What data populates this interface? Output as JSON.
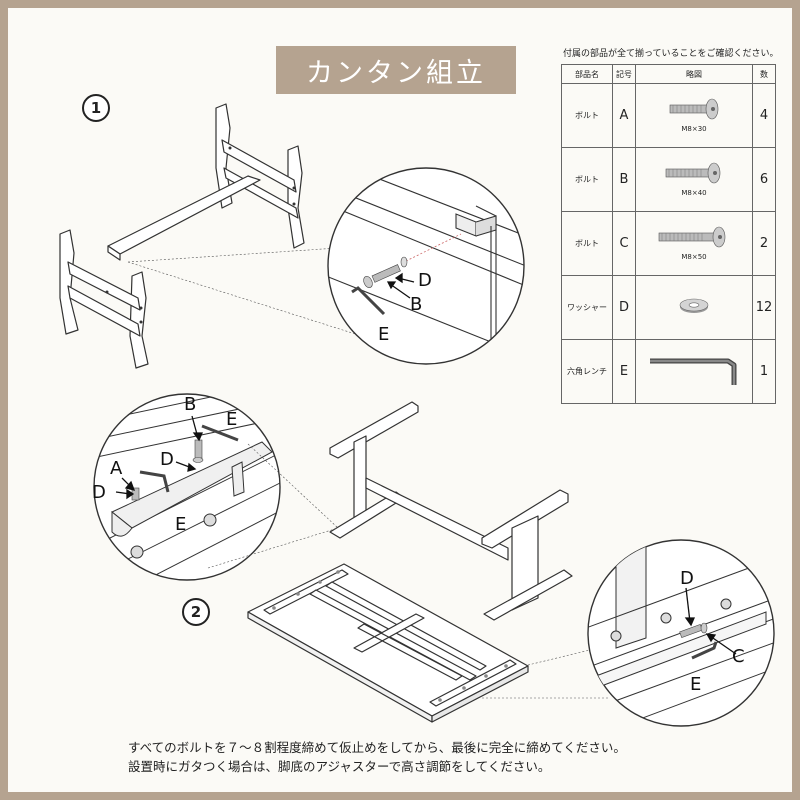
{
  "title": "カンタン組立",
  "steps": {
    "one": "1",
    "two": "2"
  },
  "parts_caption": "付属の部品が全て揃っていることをご確認ください。",
  "parts_headers": [
    "部品名",
    "記号",
    "略図",
    "数"
  ],
  "parts": [
    {
      "name": "ボルト",
      "code": "A",
      "size": "M8×30",
      "qty": "4",
      "icon": "bolt-icon"
    },
    {
      "name": "ボルト",
      "code": "B",
      "size": "M8×40",
      "qty": "6",
      "icon": "bolt-icon"
    },
    {
      "name": "ボルト",
      "code": "C",
      "size": "M8×50",
      "qty": "2",
      "icon": "bolt-icon"
    },
    {
      "name": "ワッシャー",
      "code": "D",
      "size": "",
      "qty": "12",
      "icon": "washer-icon"
    },
    {
      "name": "六角レンチ",
      "code": "E",
      "size": "",
      "qty": "1",
      "icon": "hex-wrench-icon"
    }
  ],
  "callouts": {
    "zoom1": [
      "D",
      "B",
      "E"
    ],
    "zoom2": [
      "B",
      "E",
      "A",
      "D",
      "D",
      "E"
    ],
    "zoom3": [
      "D",
      "C",
      "E"
    ]
  },
  "footer": [
    "すべてのボルトを７～８割程度締めて仮止めをしてから、最後に完全に締めてください。",
    "設置時にガタつく場合は、脚底のアジャスターで高さ調節をしてください。"
  ],
  "colors": {
    "frame": "#b5a390",
    "title_bg": "#b5a390",
    "line": "#333333",
    "background": "#fbfaf6"
  }
}
